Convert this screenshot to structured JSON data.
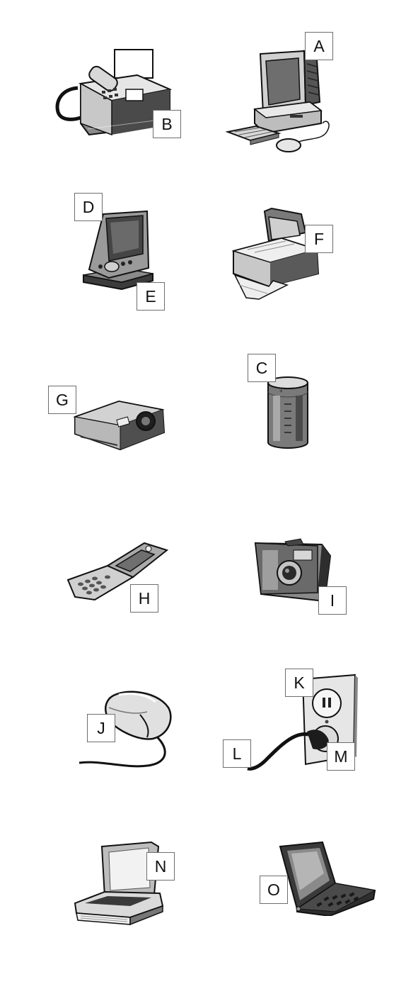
{
  "labels": {
    "A": "A",
    "B": "B",
    "C": "C",
    "D": "D",
    "E": "E",
    "F": "F",
    "G": "G",
    "H": "H",
    "I": "I",
    "J": "J",
    "K": "K",
    "L": "L",
    "M": "M",
    "N": "N",
    "O": "O"
  },
  "icons": [
    "fax-machine-icon",
    "desktop-computer-icon",
    "pda-icon",
    "printer-icon",
    "projector-icon",
    "battery-icon",
    "flip-phone-icon",
    "camera-icon",
    "mouse-icon",
    "wall-outlet-plug-icon",
    "flatbed-scanner-icon",
    "laptop-icon"
  ]
}
